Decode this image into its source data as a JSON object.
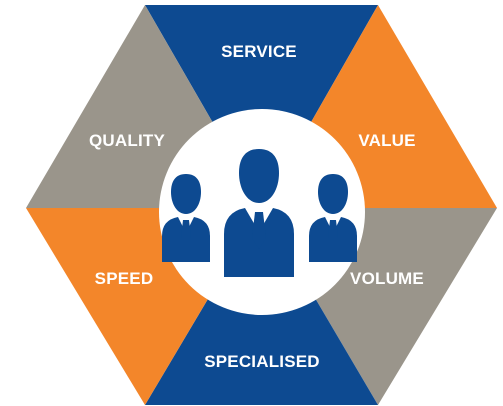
{
  "diagram": {
    "segments": [
      {
        "id": "service",
        "label": "SERVICE",
        "color": "#0d4a91"
      },
      {
        "id": "value",
        "label": "VALUE",
        "color": "#f3862a"
      },
      {
        "id": "volume",
        "label": "VOLUME",
        "color": "#9a958b"
      },
      {
        "id": "specialised",
        "label": "SPECIALISED",
        "color": "#0d4a91"
      },
      {
        "id": "speed",
        "label": "SPEED",
        "color": "#f3862a"
      },
      {
        "id": "quality",
        "label": "QUALITY",
        "color": "#9a958b"
      }
    ],
    "center": {
      "icon": "business-team-icon",
      "circle_color": "#ffffff",
      "icon_color": "#0d4a91"
    }
  }
}
